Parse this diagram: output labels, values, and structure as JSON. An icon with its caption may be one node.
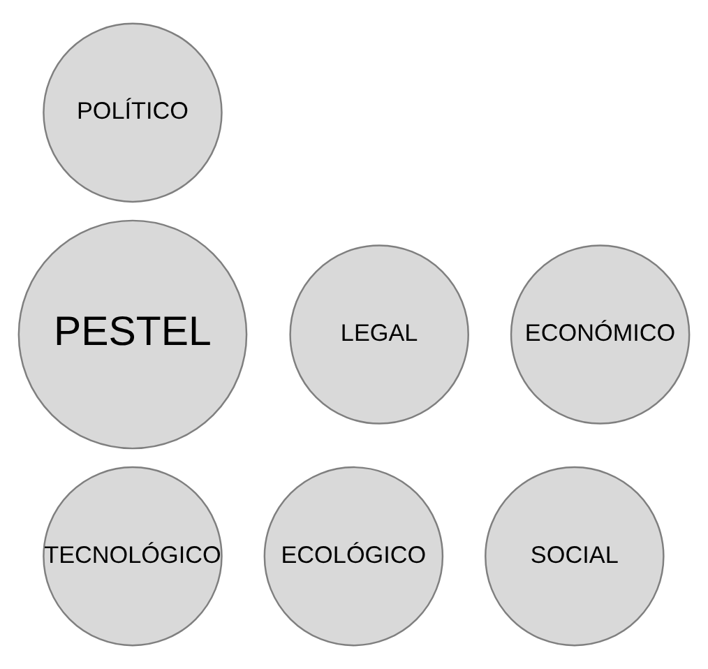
{
  "diagram": {
    "nodes": [
      {
        "text": [
          "POLÍTICO"
        ]
      },
      {
        "text": [
          "LEGAL"
        ]
      },
      {
        "text": [
          "PESTEL"
        ]
      },
      {
        "text": [
          "ECONÓMICO"
        ]
      },
      {
        "text": [
          "ECOLÓGICO"
        ]
      },
      {
        "text": [
          "TECNOLÓGICO"
        ]
      },
      {
        "text": [
          "SOCIAL"
        ]
      }
    ],
    "edges": []
  }
}
